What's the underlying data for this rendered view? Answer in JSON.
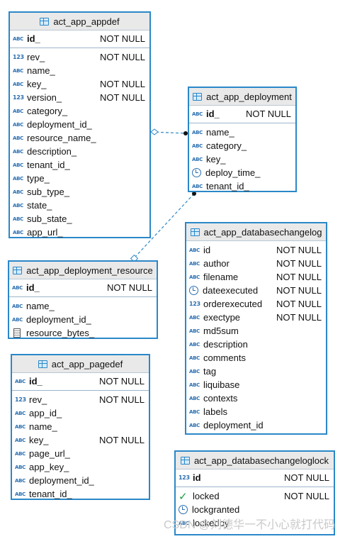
{
  "tables": {
    "appdef": {
      "name": "act_app_appdef",
      "pk": {
        "type": "ABC",
        "name": "id_",
        "nn": "NOT NULL"
      },
      "cols": [
        {
          "type": "123",
          "name": "rev_",
          "nn": "NOT NULL"
        },
        {
          "type": "ABC",
          "name": "name_",
          "nn": ""
        },
        {
          "type": "ABC",
          "name": "key_",
          "nn": "NOT NULL"
        },
        {
          "type": "123",
          "name": "version_",
          "nn": "NOT NULL"
        },
        {
          "type": "ABC",
          "name": "category_",
          "nn": ""
        },
        {
          "type": "ABC",
          "name": "deployment_id_",
          "nn": ""
        },
        {
          "type": "ABC",
          "name": "resource_name_",
          "nn": ""
        },
        {
          "type": "ABC",
          "name": "description_",
          "nn": ""
        },
        {
          "type": "ABC",
          "name": "tenant_id_",
          "nn": ""
        },
        {
          "type": "ABC",
          "name": "type_",
          "nn": ""
        },
        {
          "type": "ABC",
          "name": "sub_type_",
          "nn": ""
        },
        {
          "type": "ABC",
          "name": "state_",
          "nn": ""
        },
        {
          "type": "ABC",
          "name": "sub_state_",
          "nn": ""
        },
        {
          "type": "ABC",
          "name": "app_url_",
          "nn": ""
        }
      ]
    },
    "deployment": {
      "name": "act_app_deployment",
      "pk": {
        "type": "ABC",
        "name": "id_",
        "nn": "NOT NULL"
      },
      "cols": [
        {
          "type": "ABC",
          "name": "name_",
          "nn": ""
        },
        {
          "type": "ABC",
          "name": "category_",
          "nn": ""
        },
        {
          "type": "ABC",
          "name": "key_",
          "nn": ""
        },
        {
          "type": "clock",
          "name": "deploy_time_",
          "nn": ""
        },
        {
          "type": "ABC",
          "name": "tenant_id_",
          "nn": ""
        }
      ]
    },
    "deployment_resource": {
      "name": "act_app_deployment_resource",
      "pk": {
        "type": "ABC",
        "name": "id_",
        "nn": "NOT NULL"
      },
      "cols": [
        {
          "type": "ABC",
          "name": "name_",
          "nn": ""
        },
        {
          "type": "ABC",
          "name": "deployment_id_",
          "nn": ""
        },
        {
          "type": "binary",
          "name": "resource_bytes_",
          "nn": ""
        }
      ]
    },
    "databasechangelog": {
      "name": "act_app_databasechangelog",
      "pk": null,
      "cols": [
        {
          "type": "ABC",
          "name": "id",
          "nn": "NOT NULL"
        },
        {
          "type": "ABC",
          "name": "author",
          "nn": "NOT NULL"
        },
        {
          "type": "ABC",
          "name": "filename",
          "nn": "NOT NULL"
        },
        {
          "type": "clock",
          "name": "dateexecuted",
          "nn": "NOT NULL"
        },
        {
          "type": "123",
          "name": "orderexecuted",
          "nn": "NOT NULL"
        },
        {
          "type": "ABC",
          "name": "exectype",
          "nn": "NOT NULL"
        },
        {
          "type": "ABC",
          "name": "md5sum",
          "nn": ""
        },
        {
          "type": "ABC",
          "name": "description",
          "nn": ""
        },
        {
          "type": "ABC",
          "name": "comments",
          "nn": ""
        },
        {
          "type": "ABC",
          "name": "tag",
          "nn": ""
        },
        {
          "type": "ABC",
          "name": "liquibase",
          "nn": ""
        },
        {
          "type": "ABC",
          "name": "contexts",
          "nn": ""
        },
        {
          "type": "ABC",
          "name": "labels",
          "nn": ""
        },
        {
          "type": "ABC",
          "name": "deployment_id",
          "nn": ""
        }
      ]
    },
    "pagedef": {
      "name": "act_app_pagedef",
      "pk": {
        "type": "ABC",
        "name": "id_",
        "nn": "NOT NULL"
      },
      "cols": [
        {
          "type": "123",
          "name": "rev_",
          "nn": "NOT NULL"
        },
        {
          "type": "ABC",
          "name": "app_id_",
          "nn": ""
        },
        {
          "type": "ABC",
          "name": "name_",
          "nn": ""
        },
        {
          "type": "ABC",
          "name": "key_",
          "nn": "NOT NULL"
        },
        {
          "type": "ABC",
          "name": "page_url_",
          "nn": ""
        },
        {
          "type": "ABC",
          "name": "app_key_",
          "nn": ""
        },
        {
          "type": "ABC",
          "name": "deployment_id_",
          "nn": ""
        },
        {
          "type": "ABC",
          "name": "tenant_id_",
          "nn": ""
        }
      ]
    },
    "databasechangeloglock": {
      "name": "act_app_databasechangeloglock",
      "pk": {
        "type": "123",
        "name": "id",
        "nn": "NOT NULL"
      },
      "cols": [
        {
          "type": "check",
          "name": "locked",
          "nn": "NOT NULL"
        },
        {
          "type": "clock",
          "name": "lockgranted",
          "nn": ""
        },
        {
          "type": "ABC",
          "name": "lockedby",
          "nn": ""
        }
      ]
    }
  },
  "colors": {
    "border": "#2b88c8",
    "link": "#2b88c8",
    "type_icon": "#2a6fb0"
  },
  "watermark": "CSDN @刘德华一不小心就打代码"
}
